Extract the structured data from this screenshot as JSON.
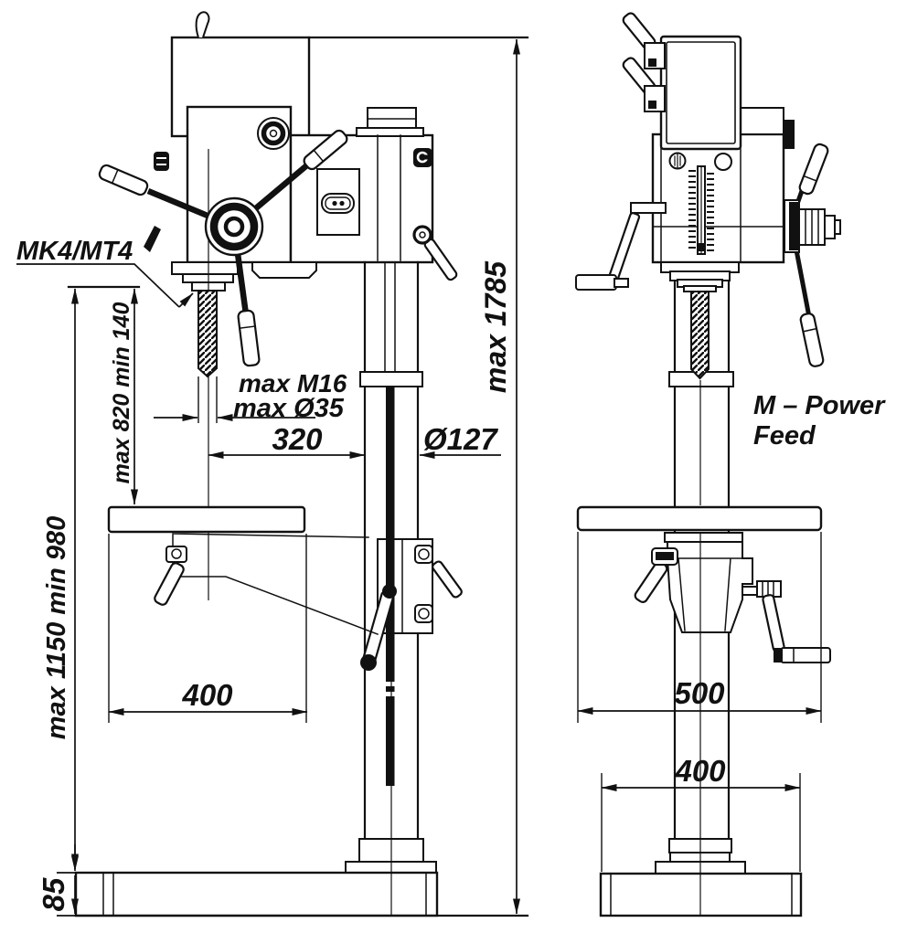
{
  "meta": {
    "background_color": "#ffffff",
    "line_color": "#111111"
  },
  "labels": {
    "spindle_taper": "MK4/MT4",
    "power_feed_line1": "M –  Power",
    "power_feed_line2": "Feed"
  },
  "dimensions": {
    "overall_height": "max 1785",
    "spindle_to_table": "max 820  min 140",
    "spindle_to_base": "max 1150  min 980",
    "base_height": "85",
    "tap_capacity": "max M16",
    "drill_capacity": "max Ø35",
    "throat_depth": "320",
    "column_diameter": "Ø127",
    "table_width_front": "400",
    "table_width_side": "500",
    "base_width_side": "400"
  }
}
